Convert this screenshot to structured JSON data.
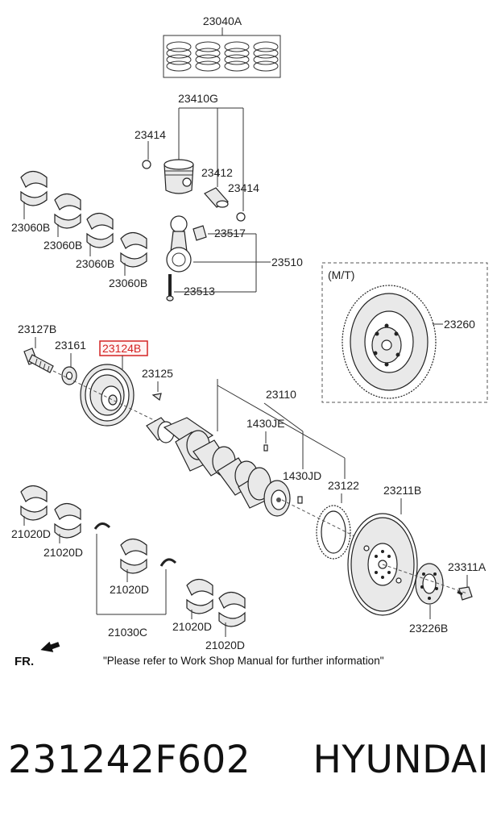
{
  "labels": {
    "p23040A": "23040A",
    "p23410G": "23410G",
    "p23414a": "23414",
    "p23412": "23412",
    "p23414b": "23414",
    "p23060B_1": "23060B",
    "p23060B_2": "23060B",
    "p23060B_3": "23060B",
    "p23060B_4": "23060B",
    "p23517": "23517",
    "p23510": "23510",
    "p23513": "23513",
    "mt": "(M/T)",
    "p23260": "23260",
    "p23127B": "23127B",
    "p23161": "23161",
    "p23124B": "23124B",
    "p23125": "23125",
    "p23110": "23110",
    "p1430JE": "1430JE",
    "p1430JD": "1430JD",
    "p23122": "23122",
    "p23211B": "23211B",
    "p23311A": "23311A",
    "p23226B": "23226B",
    "p21020D_1": "21020D",
    "p21020D_2": "21020D",
    "p21020D_3": "21020D",
    "p21020D_4": "21020D",
    "p21020D_5": "21020D",
    "p21030C": "21030C",
    "fr": "FR.",
    "note": "\"Please refer to Work Shop Manual for further information\""
  },
  "footer": {
    "part_number": "231242F602",
    "brand": "HYUNDAI"
  },
  "colors": {
    "highlight": "#d42424",
    "line": "#333333"
  }
}
